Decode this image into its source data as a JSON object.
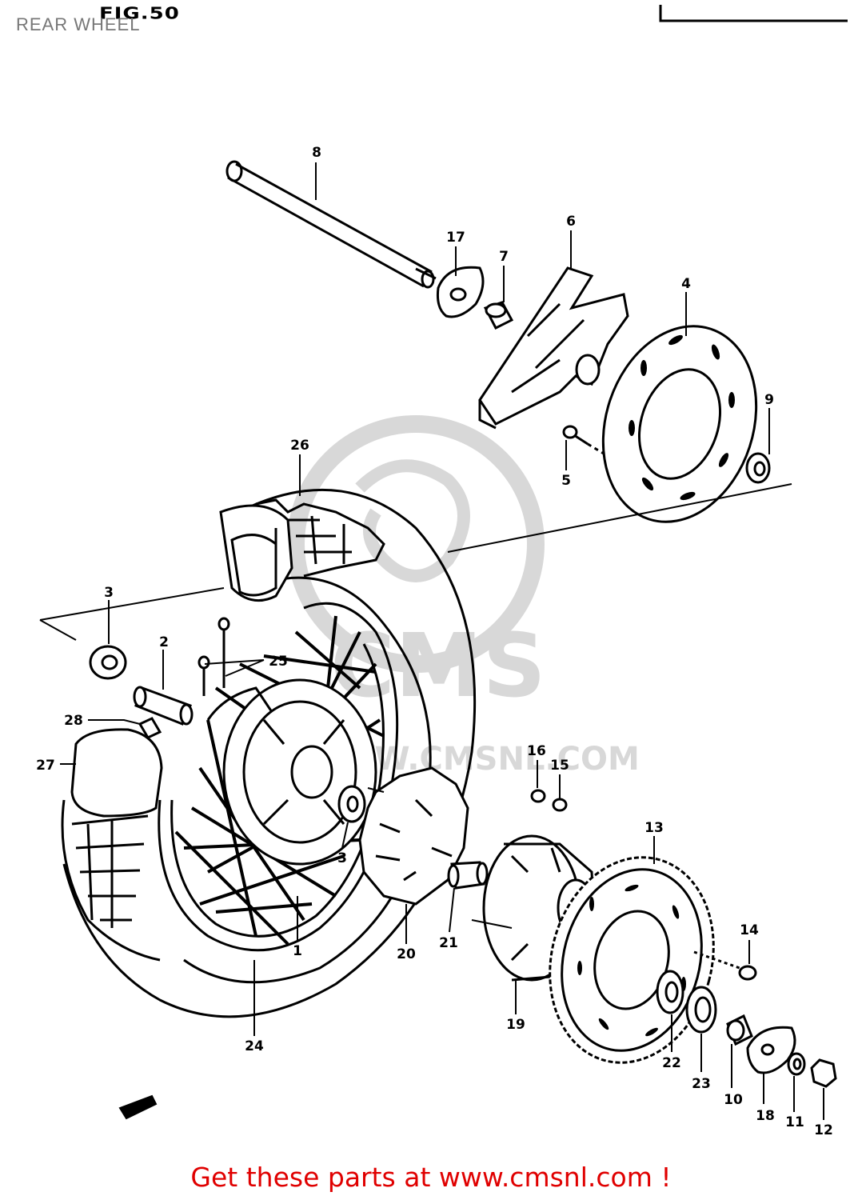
{
  "header": {
    "title": "REAR WHEEL",
    "figure": "FIG.50"
  },
  "watermark": {
    "brand": "CMS",
    "site": "WWW.CMSNL.COM",
    "color": "#d4d4d4"
  },
  "callouts": {
    "p1": "1",
    "p2": "2",
    "p3a": "3",
    "p3b": "3",
    "p4": "4",
    "p5": "5",
    "p6": "6",
    "p7": "7",
    "p8": "8",
    "p9": "9",
    "p10": "10",
    "p11": "11",
    "p12": "12",
    "p13": "13",
    "p14": "14",
    "p15": "15",
    "p16": "16",
    "p17": "17",
    "p18": "18",
    "p19": "19",
    "p20": "20",
    "p21": "21",
    "p22": "22",
    "p23": "23",
    "p24": "24",
    "p25": "25",
    "p26": "26",
    "p27": "27",
    "p28": "28"
  },
  "footer": {
    "link_text": "Get these parts at www.cmsnl.com !",
    "color": "#e00000"
  }
}
